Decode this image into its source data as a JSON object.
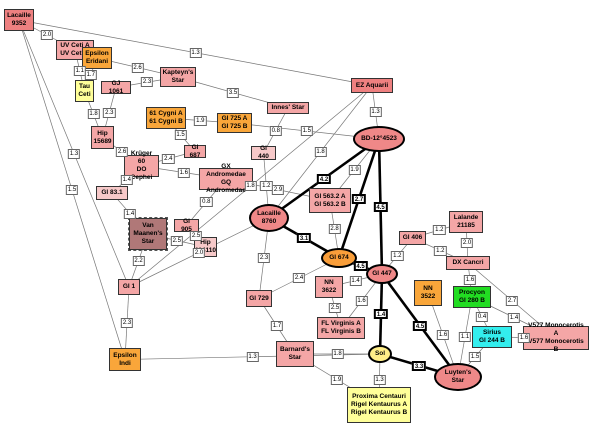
{
  "colors": {
    "pink": "#f4a6a6",
    "light": "#f7c9c9",
    "salmon": "#ee8080",
    "orange": "#f9a63a",
    "yellow": "#ffff99",
    "brown": "#b07878",
    "green": "#22dd22",
    "cyan": "#33eeee",
    "ellipse": "#ef8888",
    "sol": "#ffee88",
    "gl674": "#f99e3a"
  },
  "nodes": [
    {
      "id": "lacaille9352",
      "label": "Lacaille\n9352",
      "color": "salmon",
      "shape": "rect"
    },
    {
      "id": "uvceti",
      "label": "UV Ceti A\nUV Ceti B",
      "color": "pink",
      "shape": "rect"
    },
    {
      "id": "epseri",
      "label": "Epsilon\nEridani",
      "color": "orange",
      "shape": "rect"
    },
    {
      "id": "tauceti",
      "label": "Tau\nCeti",
      "color": "yellow",
      "shape": "rect"
    },
    {
      "id": "gj1061",
      "label": "GJ 1061",
      "color": "pink",
      "shape": "rect"
    },
    {
      "id": "kapteyn",
      "label": "Kapteyn's\nStar",
      "color": "pink",
      "shape": "rect"
    },
    {
      "id": "ezaqr",
      "label": "EZ Aquarii",
      "color": "salmon",
      "shape": "rect"
    },
    {
      "id": "hip15689",
      "label": "Hip\n15689",
      "color": "pink",
      "shape": "rect"
    },
    {
      "id": "61cyg",
      "label": "61 Cygni A\n61 Cygni B",
      "color": "orange",
      "shape": "rect"
    },
    {
      "id": "gl725",
      "label": "Gl 725 A\nGl 725 B",
      "color": "orange",
      "shape": "rect"
    },
    {
      "id": "innes",
      "label": "Innes' Star",
      "color": "pink",
      "shape": "rect"
    },
    {
      "id": "bd12",
      "label": "BD-12°4523",
      "color": "ellipse",
      "shape": "ellipse"
    },
    {
      "id": "gl687",
      "label": "Gl 687",
      "color": "pink",
      "shape": "rect"
    },
    {
      "id": "kruger60",
      "label": "Krüger 60\nDO Cephei",
      "color": "pink",
      "shape": "rect"
    },
    {
      "id": "gxand",
      "label": "GX Andromedae\nGQ Andromedae",
      "color": "pink",
      "shape": "rect"
    },
    {
      "id": "gl440",
      "label": "Gl 440",
      "color": "light",
      "shape": "rect"
    },
    {
      "id": "gl83",
      "label": "Gl 83.1",
      "color": "light",
      "shape": "rect"
    },
    {
      "id": "gl5632",
      "label": "Gl 563.2 A\nGl 563.2 B",
      "color": "pink",
      "shape": "rect"
    },
    {
      "id": "lacaille8760",
      "label": "Lacaille\n8760",
      "color": "ellipse",
      "shape": "ellipse"
    },
    {
      "id": "vanmaanen",
      "label": "Van\nMaanen's\nStar",
      "color": "brown",
      "shape": "rect"
    },
    {
      "id": "gl905",
      "label": "Gl 905",
      "color": "pink",
      "shape": "rect"
    },
    {
      "id": "hip114110",
      "label": "Hip\n114110",
      "color": "light",
      "shape": "rect"
    },
    {
      "id": "gl674",
      "label": "Gl 674",
      "color": "gl674",
      "shape": "ellipse"
    },
    {
      "id": "gl406",
      "label": "Gl 406",
      "color": "pink",
      "shape": "rect"
    },
    {
      "id": "lalande",
      "label": "Lalande\n21185",
      "color": "pink",
      "shape": "rect"
    },
    {
      "id": "dxcnc",
      "label": "DX Cancri",
      "color": "pink",
      "shape": "rect"
    },
    {
      "id": "gl1",
      "label": "Gl 1",
      "color": "pink",
      "shape": "rect"
    },
    {
      "id": "gl447",
      "label": "Gl 447",
      "color": "ellipse",
      "shape": "ellipse"
    },
    {
      "id": "gl729",
      "label": "Gl 729",
      "color": "pink",
      "shape": "rect"
    },
    {
      "id": "nn3622",
      "label": "NN\n3622",
      "color": "pink",
      "shape": "rect"
    },
    {
      "id": "nn3522",
      "label": "NN\n3522",
      "color": "orange",
      "shape": "rect"
    },
    {
      "id": "procyon",
      "label": "Procyon\nGl 280 B",
      "color": "green",
      "shape": "rect"
    },
    {
      "id": "flvir",
      "label": "FL Virginis A\nFL Virginis B",
      "color": "pink",
      "shape": "rect"
    },
    {
      "id": "v577",
      "label": "V577 Monocerotis A\nV577 Monocerotis B",
      "color": "pink",
      "shape": "rect"
    },
    {
      "id": "sirius",
      "label": "Sirius\nGl 244 B",
      "color": "cyan",
      "shape": "rect"
    },
    {
      "id": "barnard",
      "label": "Barnard's\nStar",
      "color": "pink",
      "shape": "rect"
    },
    {
      "id": "sol",
      "label": "Sol",
      "color": "sol",
      "shape": "ellipse"
    },
    {
      "id": "luyten",
      "label": "Luyten's\nStar",
      "color": "ellipse",
      "shape": "ellipse"
    },
    {
      "id": "epsind",
      "label": "Epsilon\nIndi",
      "color": "orange",
      "shape": "rect"
    },
    {
      "id": "proxima",
      "label": "Proxima Centauri\nRigel Kentaurus A\nRigel Kentaurus B",
      "color": "yellow",
      "shape": "rect"
    }
  ],
  "edges": [
    {
      "a": "lacaille9352",
      "b": "ezaqr",
      "w": "1.3",
      "bold": false
    },
    {
      "a": "lacaille9352",
      "b": "uvceti",
      "w": "2.0",
      "bold": false
    },
    {
      "a": "lacaille9352",
      "b": "gl1",
      "w": "1.3",
      "bold": false
    },
    {
      "a": "lacaille9352",
      "b": "epsind",
      "w": "1.5",
      "bold": false
    },
    {
      "a": "uvceti",
      "b": "tauceti",
      "w": "1.1",
      "bold": false
    },
    {
      "a": "epseri",
      "b": "tauceti",
      "w": "1.7",
      "bold": false
    },
    {
      "a": "epseri",
      "b": "kapteyn",
      "w": "2.6",
      "bold": false
    },
    {
      "a": "gj1061",
      "b": "kapteyn",
      "w": "2.3",
      "bold": false
    },
    {
      "a": "gj1061",
      "b": "hip15689",
      "w": "2.3",
      "bold": false
    },
    {
      "a": "tauceti",
      "b": "hip15689",
      "w": "1.8",
      "bold": false
    },
    {
      "a": "hip15689",
      "b": "kruger60",
      "w": "2.6",
      "bold": false
    },
    {
      "a": "kapteyn",
      "b": "innes",
      "w": "3.5",
      "bold": false
    },
    {
      "a": "innes",
      "b": "gl440",
      "w": "0.8",
      "bold": false
    },
    {
      "a": "61cyg",
      "b": "gl725",
      "w": "1.9",
      "bold": false
    },
    {
      "a": "61cyg",
      "b": "gl687",
      "w": "1.5",
      "bold": false
    },
    {
      "a": "gl725",
      "b": "bd12",
      "w": "1.5",
      "bold": false
    },
    {
      "a": "gl687",
      "b": "kruger60",
      "w": "2.4",
      "bold": false
    },
    {
      "a": "kruger60",
      "b": "gxand",
      "w": "1.6",
      "bold": false
    },
    {
      "a": "kruger60",
      "b": "gl83",
      "w": "1.4",
      "bold": false
    },
    {
      "a": "gxand",
      "b": "gl905",
      "w": "0.8",
      "bold": false
    },
    {
      "a": "gxand",
      "b": "gl5632",
      "w": "2.9",
      "bold": false
    },
    {
      "a": "gl440",
      "b": "lacaille8760",
      "w": "1.2",
      "bold": false
    },
    {
      "a": "ezaqr",
      "b": "bd12",
      "w": "1.3",
      "bold": false
    },
    {
      "a": "ezaqr",
      "b": "lacaille8760",
      "w": "1.8",
      "bold": false
    },
    {
      "a": "ezaqr",
      "b": "gl1",
      "w": "1.8",
      "bold": false
    },
    {
      "a": "bd12",
      "b": "lacaille8760",
      "w": "4.2",
      "bold": true
    },
    {
      "a": "bd12",
      "b": "gl674",
      "w": "2.7",
      "bold": true
    },
    {
      "a": "bd12",
      "b": "gl447",
      "w": "4.5",
      "bold": true
    },
    {
      "a": "bd12",
      "b": "gl5632",
      "w": "1.9",
      "bold": false
    },
    {
      "a": "gl83",
      "b": "vanmaanen",
      "w": "1.4",
      "bold": false
    },
    {
      "a": "gl905",
      "b": "hip114110",
      "w": "2.5",
      "bold": false
    },
    {
      "a": "vanmaanen",
      "b": "hip114110",
      "w": "2.5",
      "bold": false
    },
    {
      "a": "lacaille8760",
      "b": "gl674",
      "w": "3.1",
      "bold": true
    },
    {
      "a": "lacaille8760",
      "b": "gl729",
      "w": "2.3",
      "bold": false
    },
    {
      "a": "lacaille8760",
      "b": "gl1",
      "w": "2.0",
      "bold": false
    },
    {
      "a": "gl674",
      "b": "gl447",
      "w": "4.5",
      "bold": true
    },
    {
      "a": "gl674",
      "b": "gl729",
      "w": "2.4",
      "bold": false
    },
    {
      "a": "gl5632",
      "b": "gl674",
      "w": "2.8",
      "bold": false
    },
    {
      "a": "gl406",
      "b": "gl447",
      "w": "1.2",
      "bold": false
    },
    {
      "a": "gl406",
      "b": "lalande",
      "w": "1.2",
      "bold": false
    },
    {
      "a": "gl406",
      "b": "dxcnc",
      "w": "1.2",
      "bold": false
    },
    {
      "a": "lalande",
      "b": "dxcnc",
      "w": "2.0",
      "bold": false
    },
    {
      "a": "dxcnc",
      "b": "procyon",
      "w": "1.6",
      "bold": false
    },
    {
      "a": "dxcnc",
      "b": "v577",
      "w": "2.7",
      "bold": false
    },
    {
      "a": "gl447",
      "b": "nn3622",
      "w": "1.4",
      "bold": false
    },
    {
      "a": "gl447",
      "b": "sol",
      "w": "1.4",
      "bold": true
    },
    {
      "a": "gl447",
      "b": "luyten",
      "w": "4.5",
      "bold": true
    },
    {
      "a": "gl447",
      "b": "flvir",
      "w": "1.6",
      "bold": false
    },
    {
      "a": "nn3622",
      "b": "flvir",
      "w": "2.5",
      "bold": false
    },
    {
      "a": "gl729",
      "b": "barnard",
      "w": "1.7",
      "bold": false
    },
    {
      "a": "gl1",
      "b": "epsind",
      "w": "2.3",
      "bold": false
    },
    {
      "a": "gl1",
      "b": "vanmaanen",
      "w": "2.2",
      "bold": false
    },
    {
      "a": "nn3522",
      "b": "luyten",
      "w": "1.6",
      "bold": false
    },
    {
      "a": "procyon",
      "b": "sirius",
      "w": "0.4",
      "bold": false
    },
    {
      "a": "procyon",
      "b": "v577",
      "w": "1.4",
      "bold": false
    },
    {
      "a": "procyon",
      "b": "luyten",
      "w": "1.1",
      "bold": false
    },
    {
      "a": "sirius",
      "b": "v577",
      "w": "1.6",
      "bold": false
    },
    {
      "a": "sirius",
      "b": "luyten",
      "w": "1.5",
      "bold": false
    },
    {
      "a": "barnard",
      "b": "sol",
      "w": "1.8",
      "bold": false
    },
    {
      "a": "barnard",
      "b": "proxima",
      "w": "1.9",
      "bold": false
    },
    {
      "a": "sol",
      "b": "luyten",
      "w": "3.3",
      "bold": true
    },
    {
      "a": "sol",
      "b": "proxima",
      "w": "1.3",
      "bold": false
    },
    {
      "a": "sol",
      "b": "epsind",
      "w": "1.3",
      "bold": false
    }
  ]
}
